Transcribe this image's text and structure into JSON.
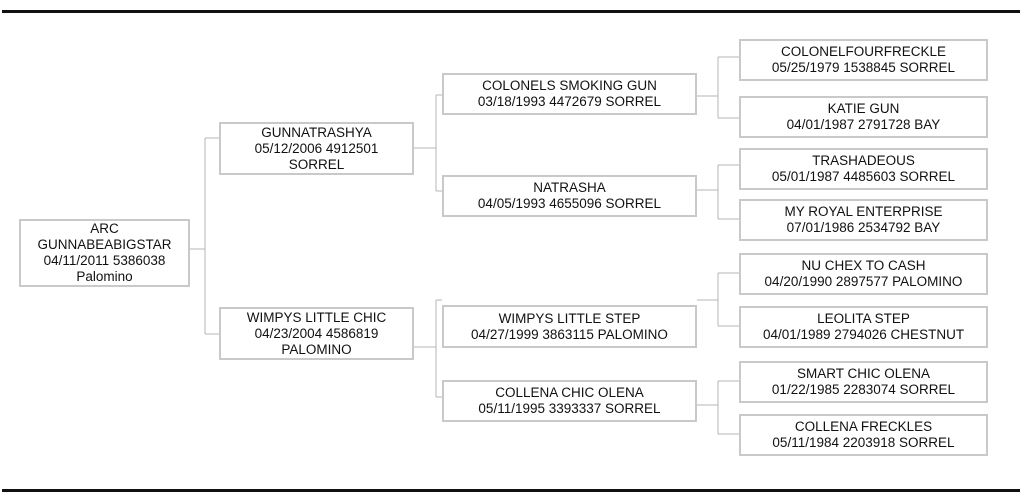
{
  "pedigree": {
    "subject": {
      "lines": [
        "ARC",
        "GUNNABEABIGSTAR",
        "04/11/2011 5386038",
        "Palomino"
      ]
    },
    "sire": {
      "lines": [
        "GUNNATRASHYA",
        "05/12/2006 4912501",
        "SORREL"
      ]
    },
    "dam": {
      "lines": [
        "WIMPYS LITTLE CHIC",
        "04/23/2004 4586819",
        "PALOMINO"
      ]
    },
    "sire_sire": {
      "lines": [
        "COLONELS SMOKING GUN",
        "03/18/1993 4472679 SORREL"
      ]
    },
    "sire_dam": {
      "lines": [
        "NATRASHA",
        "04/05/1993 4655096 SORREL"
      ]
    },
    "dam_sire": {
      "lines": [
        "WIMPYS LITTLE STEP",
        "04/27/1999 3863115 PALOMINO"
      ]
    },
    "dam_dam": {
      "lines": [
        "COLLENA CHIC OLENA",
        "05/11/1995 3393337 SORREL"
      ]
    },
    "sire_sire_sire": {
      "lines": [
        "COLONELFOURFRECKLE",
        "05/25/1979 1538845 SORREL"
      ]
    },
    "sire_sire_dam": {
      "lines": [
        "KATIE GUN",
        "04/01/1987 2791728 BAY"
      ]
    },
    "sire_dam_sire": {
      "lines": [
        "TRASHADEOUS",
        "05/01/1987 4485603 SORREL"
      ]
    },
    "sire_dam_dam": {
      "lines": [
        "MY ROYAL ENTERPRISE",
        "07/01/1986 2534792 BAY"
      ]
    },
    "dam_sire_sire": {
      "lines": [
        "NU CHEX TO CASH",
        "04/20/1990 2897577 PALOMINO"
      ]
    },
    "dam_sire_dam": {
      "lines": [
        "LEOLITA STEP",
        "04/01/1989 2794026 CHESTNUT"
      ]
    },
    "dam_dam_sire": {
      "lines": [
        "SMART CHIC OLENA",
        "01/22/1985 2283074 SORREL"
      ]
    },
    "dam_dam_dam": {
      "lines": [
        "COLLENA FRECKLES",
        "05/11/1984 2203918 SORREL"
      ]
    }
  }
}
